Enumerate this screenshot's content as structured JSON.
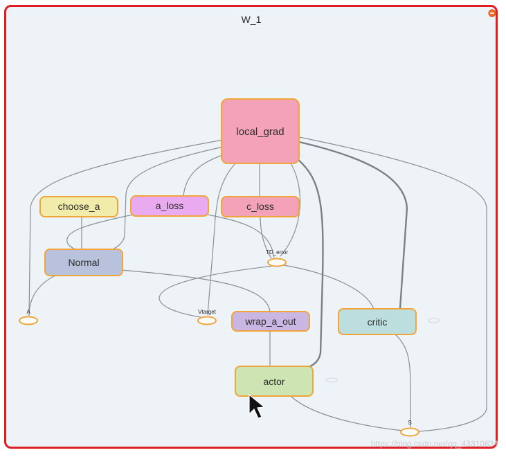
{
  "graph": {
    "title": "W_1",
    "nodes": {
      "local_grad": "local_grad",
      "choose_a": "choose_a",
      "a_loss": "a_loss",
      "c_loss": "c_loss",
      "normal": "Normal",
      "td_error": "TD_error",
      "a": "A",
      "vtarget": "Vtarget",
      "wrap_a_out": "wrap_a_out",
      "critic": "critic",
      "actor": "actor",
      "s": "S"
    },
    "colors": {
      "local_grad": "#f3a2b8",
      "choose_a": "#f1ecaa",
      "a_loss": "#eaaaef",
      "c_loss": "#f3a2b8",
      "normal": "#b9c2dd",
      "wrap_a_out": "#c9b6e2",
      "critic": "#bcdede",
      "actor": "#cde5b2",
      "border": "#f0a43a"
    }
  },
  "watermark": "https://blog.csdn.net/qq_43310834"
}
